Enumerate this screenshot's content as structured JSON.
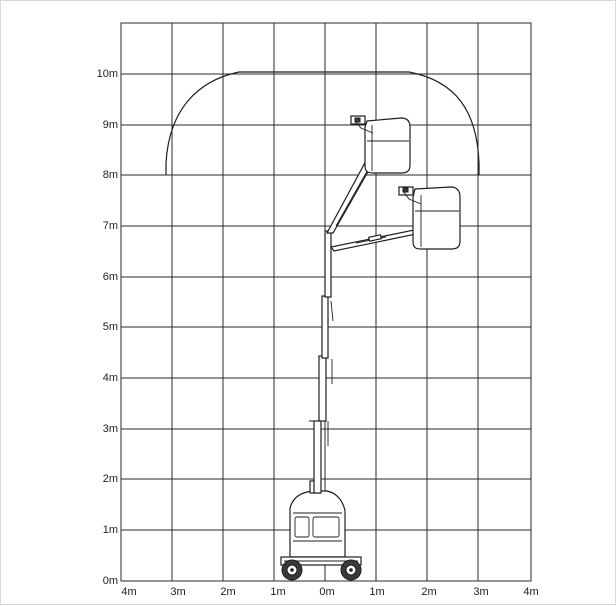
{
  "axes": {
    "x_tick_labels": [
      "4m",
      "3m",
      "2m",
      "1m",
      "0m",
      "1m",
      "2m",
      "3m",
      "4m"
    ],
    "y_tick_labels": [
      "0m",
      "1m",
      "2m",
      "3m",
      "4m",
      "5m",
      "6m",
      "7m",
      "8m",
      "9m",
      "10m"
    ]
  },
  "envelope": {
    "max_height_m": 10.1,
    "max_reach_m": 3.1
  }
}
